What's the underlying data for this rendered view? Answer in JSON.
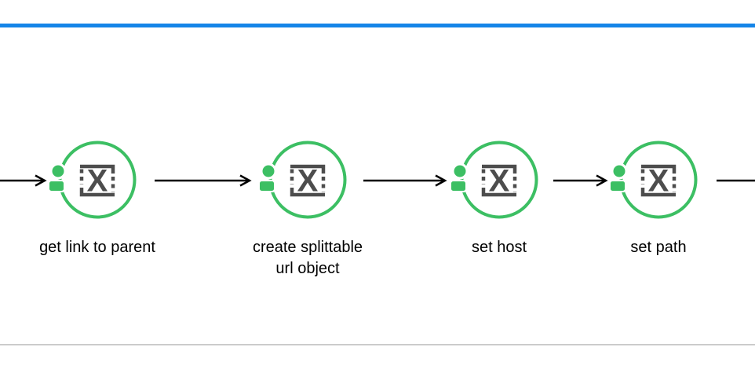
{
  "colors": {
    "accent-blue": "#1585e8",
    "node-green": "#3cbf63",
    "icon-gray": "#4d4d4d",
    "arrow-black": "#000000",
    "divider-gray": "#cbcbcb",
    "label-color": "#000000"
  },
  "workflow": {
    "nodes": [
      {
        "id": "get-link-to-parent",
        "icon": "x-box-icon",
        "icon_glyph": "X",
        "label": "get link to parent",
        "label_lines": [
          "get link to parent"
        ]
      },
      {
        "id": "create-splittable-url-object",
        "icon": "x-box-icon",
        "icon_glyph": "X",
        "label": "create splittable url object",
        "label_lines": [
          "create splittable",
          "url object"
        ]
      },
      {
        "id": "set-host",
        "icon": "x-box-icon",
        "icon_glyph": "X",
        "label": "set host",
        "label_lines": [
          "set host"
        ]
      },
      {
        "id": "set-path",
        "icon": "x-box-icon",
        "icon_glyph": "X",
        "label": "set path",
        "label_lines": [
          "set path"
        ]
      }
    ],
    "connections": [
      {
        "from": "offscreen-left",
        "to": "get-link-to-parent"
      },
      {
        "from": "get-link-to-parent",
        "to": "create-splittable-url-object"
      },
      {
        "from": "create-splittable-url-object",
        "to": "set-host"
      },
      {
        "from": "set-host",
        "to": "set-path"
      },
      {
        "from": "set-path",
        "to": "offscreen-right"
      }
    ]
  }
}
